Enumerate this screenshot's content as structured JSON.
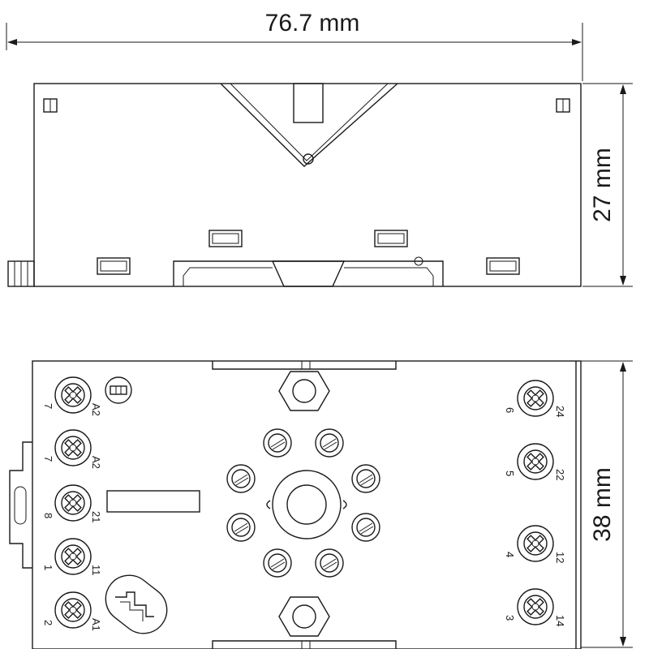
{
  "dimensions": {
    "width": "76.7 mm",
    "height": "27 mm",
    "depth": "38 mm"
  },
  "terminals": {
    "left": [
      {
        "outer": "7",
        "inner": "A2"
      },
      {
        "outer": "7",
        "inner": "A2"
      },
      {
        "outer": "8",
        "inner": "21"
      },
      {
        "outer": "1",
        "inner": "11"
      },
      {
        "outer": "2",
        "inner": "A1"
      }
    ],
    "right": [
      {
        "outer": "6",
        "inner": "24"
      },
      {
        "outer": "5",
        "inner": "22"
      },
      {
        "outer": "4",
        "inner": "12"
      },
      {
        "outer": "3",
        "inner": "14"
      }
    ]
  }
}
